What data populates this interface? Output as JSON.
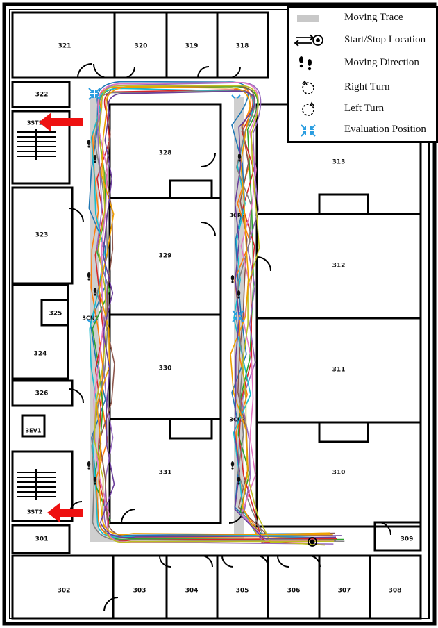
{
  "rooms": {
    "r321": "321",
    "r320": "320",
    "r319": "319",
    "r318": "318",
    "r322": "322",
    "r3st1": "3ST1",
    "r328": "328",
    "r313": "313",
    "r323": "323",
    "r329": "329",
    "r312": "312",
    "r325": "325",
    "r3cr1": "3CR1",
    "r324": "324",
    "r330": "330",
    "r311": "311",
    "r326": "326",
    "r3ev1": "3EV1",
    "r331": "331",
    "r310": "310",
    "r3st2": "3ST2",
    "r301": "301",
    "r309": "309",
    "r302": "302",
    "r303": "303",
    "r304": "304",
    "r305": "305",
    "r306": "306",
    "r307": "307",
    "r308": "308",
    "r3cr2": "3CR2",
    "r3cr3": "3CR3"
  },
  "legend": {
    "moving_trace": "Moving Trace",
    "start_stop": "Start/Stop Location",
    "moving_direction": "Moving Direction",
    "right_turn": "Right Turn",
    "left_turn": "Left Turn",
    "evaluation_position": "Evaluation Position"
  },
  "colors": {
    "wall": "#000000",
    "corridor_trace": "#c8c8c8",
    "exit_arrow": "#ee1111",
    "evaluation_marker": "#2a9de0",
    "trace_colors": [
      "#1f77b4",
      "#ff7f0e",
      "#2ca02c",
      "#d62728",
      "#9467bd",
      "#8c564b",
      "#17becf",
      "#7f7f7f",
      "#e377c2",
      "#bcbd22",
      "#f0a000",
      "#6a3d9a"
    ]
  },
  "icons": [
    "start-stop-icon",
    "footprints-icon",
    "right-turn-icon",
    "left-turn-icon",
    "evaluation-position-icon"
  ]
}
